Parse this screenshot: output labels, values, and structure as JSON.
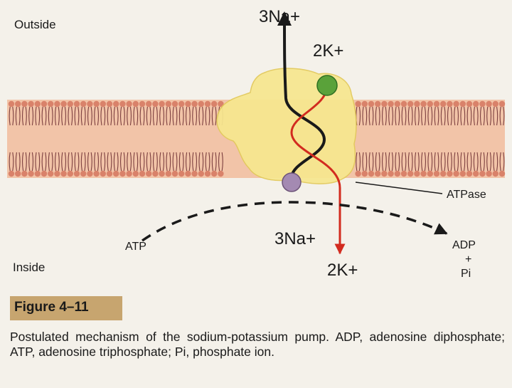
{
  "diagram": {
    "outside_label": "Outside",
    "inside_label": "Inside",
    "na_out_label": "3Na+",
    "k_out_label": "2K+",
    "na_in_label": "3Na+",
    "k_in_label": "2K+",
    "atpase_label": "ATPase",
    "atp_label": "ATP",
    "adp_label": "ADP",
    "plus_label": "+",
    "pi_label": "Pi"
  },
  "figure": {
    "title": "Figure 4–11",
    "caption": "Postulated mechanism of the sodium-potassium pump. ADP, adenosine diphosphate; ATP, adenosine triphosphate; Pi, phosphate ion."
  },
  "colors": {
    "membrane_band": "#f2c4a8",
    "lipid_head": "#d9826a",
    "lipid_tail": "#7c3f3f",
    "protein": "#f7e78f",
    "protein_edge": "#e2c95a",
    "sodium_path": "#1a1a1a",
    "potassium_path": "#d22b1f",
    "green_site": "#5aa23a",
    "purple_site": "#a48ab2",
    "figure_bar": "#c7a56f"
  }
}
